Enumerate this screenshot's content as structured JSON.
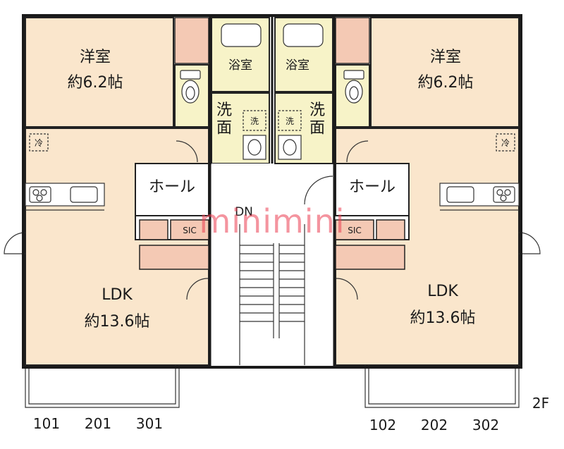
{
  "left_unit": {
    "western_room": {
      "name": "洋室",
      "size": "約6.2帖"
    },
    "bath": "浴室",
    "washroom": "洗\n面",
    "washer_mark": "洗",
    "hall": "ホール",
    "closet": "SIC",
    "ldk": {
      "name": "LDK",
      "size": "約13.6帖"
    },
    "fridge_mark": "冷",
    "room_numbers": [
      "101",
      "201",
      "301"
    ]
  },
  "right_unit": {
    "western_room": {
      "name": "洋室",
      "size": "約6.2帖"
    },
    "bath": "浴室",
    "washroom": "洗\n面",
    "washer_mark": "洗",
    "hall": "ホール",
    "closet": "SIC",
    "ldk": {
      "name": "LDK",
      "size": "約13.6帖"
    },
    "fridge_mark": "冷",
    "room_numbers": [
      "102",
      "202",
      "302"
    ]
  },
  "stair_label": "DN",
  "floor_label": "2F",
  "watermark": "minimini",
  "colors": {
    "room": "#fae6cc",
    "wet_area": "#f7f3c8",
    "storage": "#f4c9b4",
    "wall": "#1a1a1a",
    "watermark": "#eb3c50"
  }
}
